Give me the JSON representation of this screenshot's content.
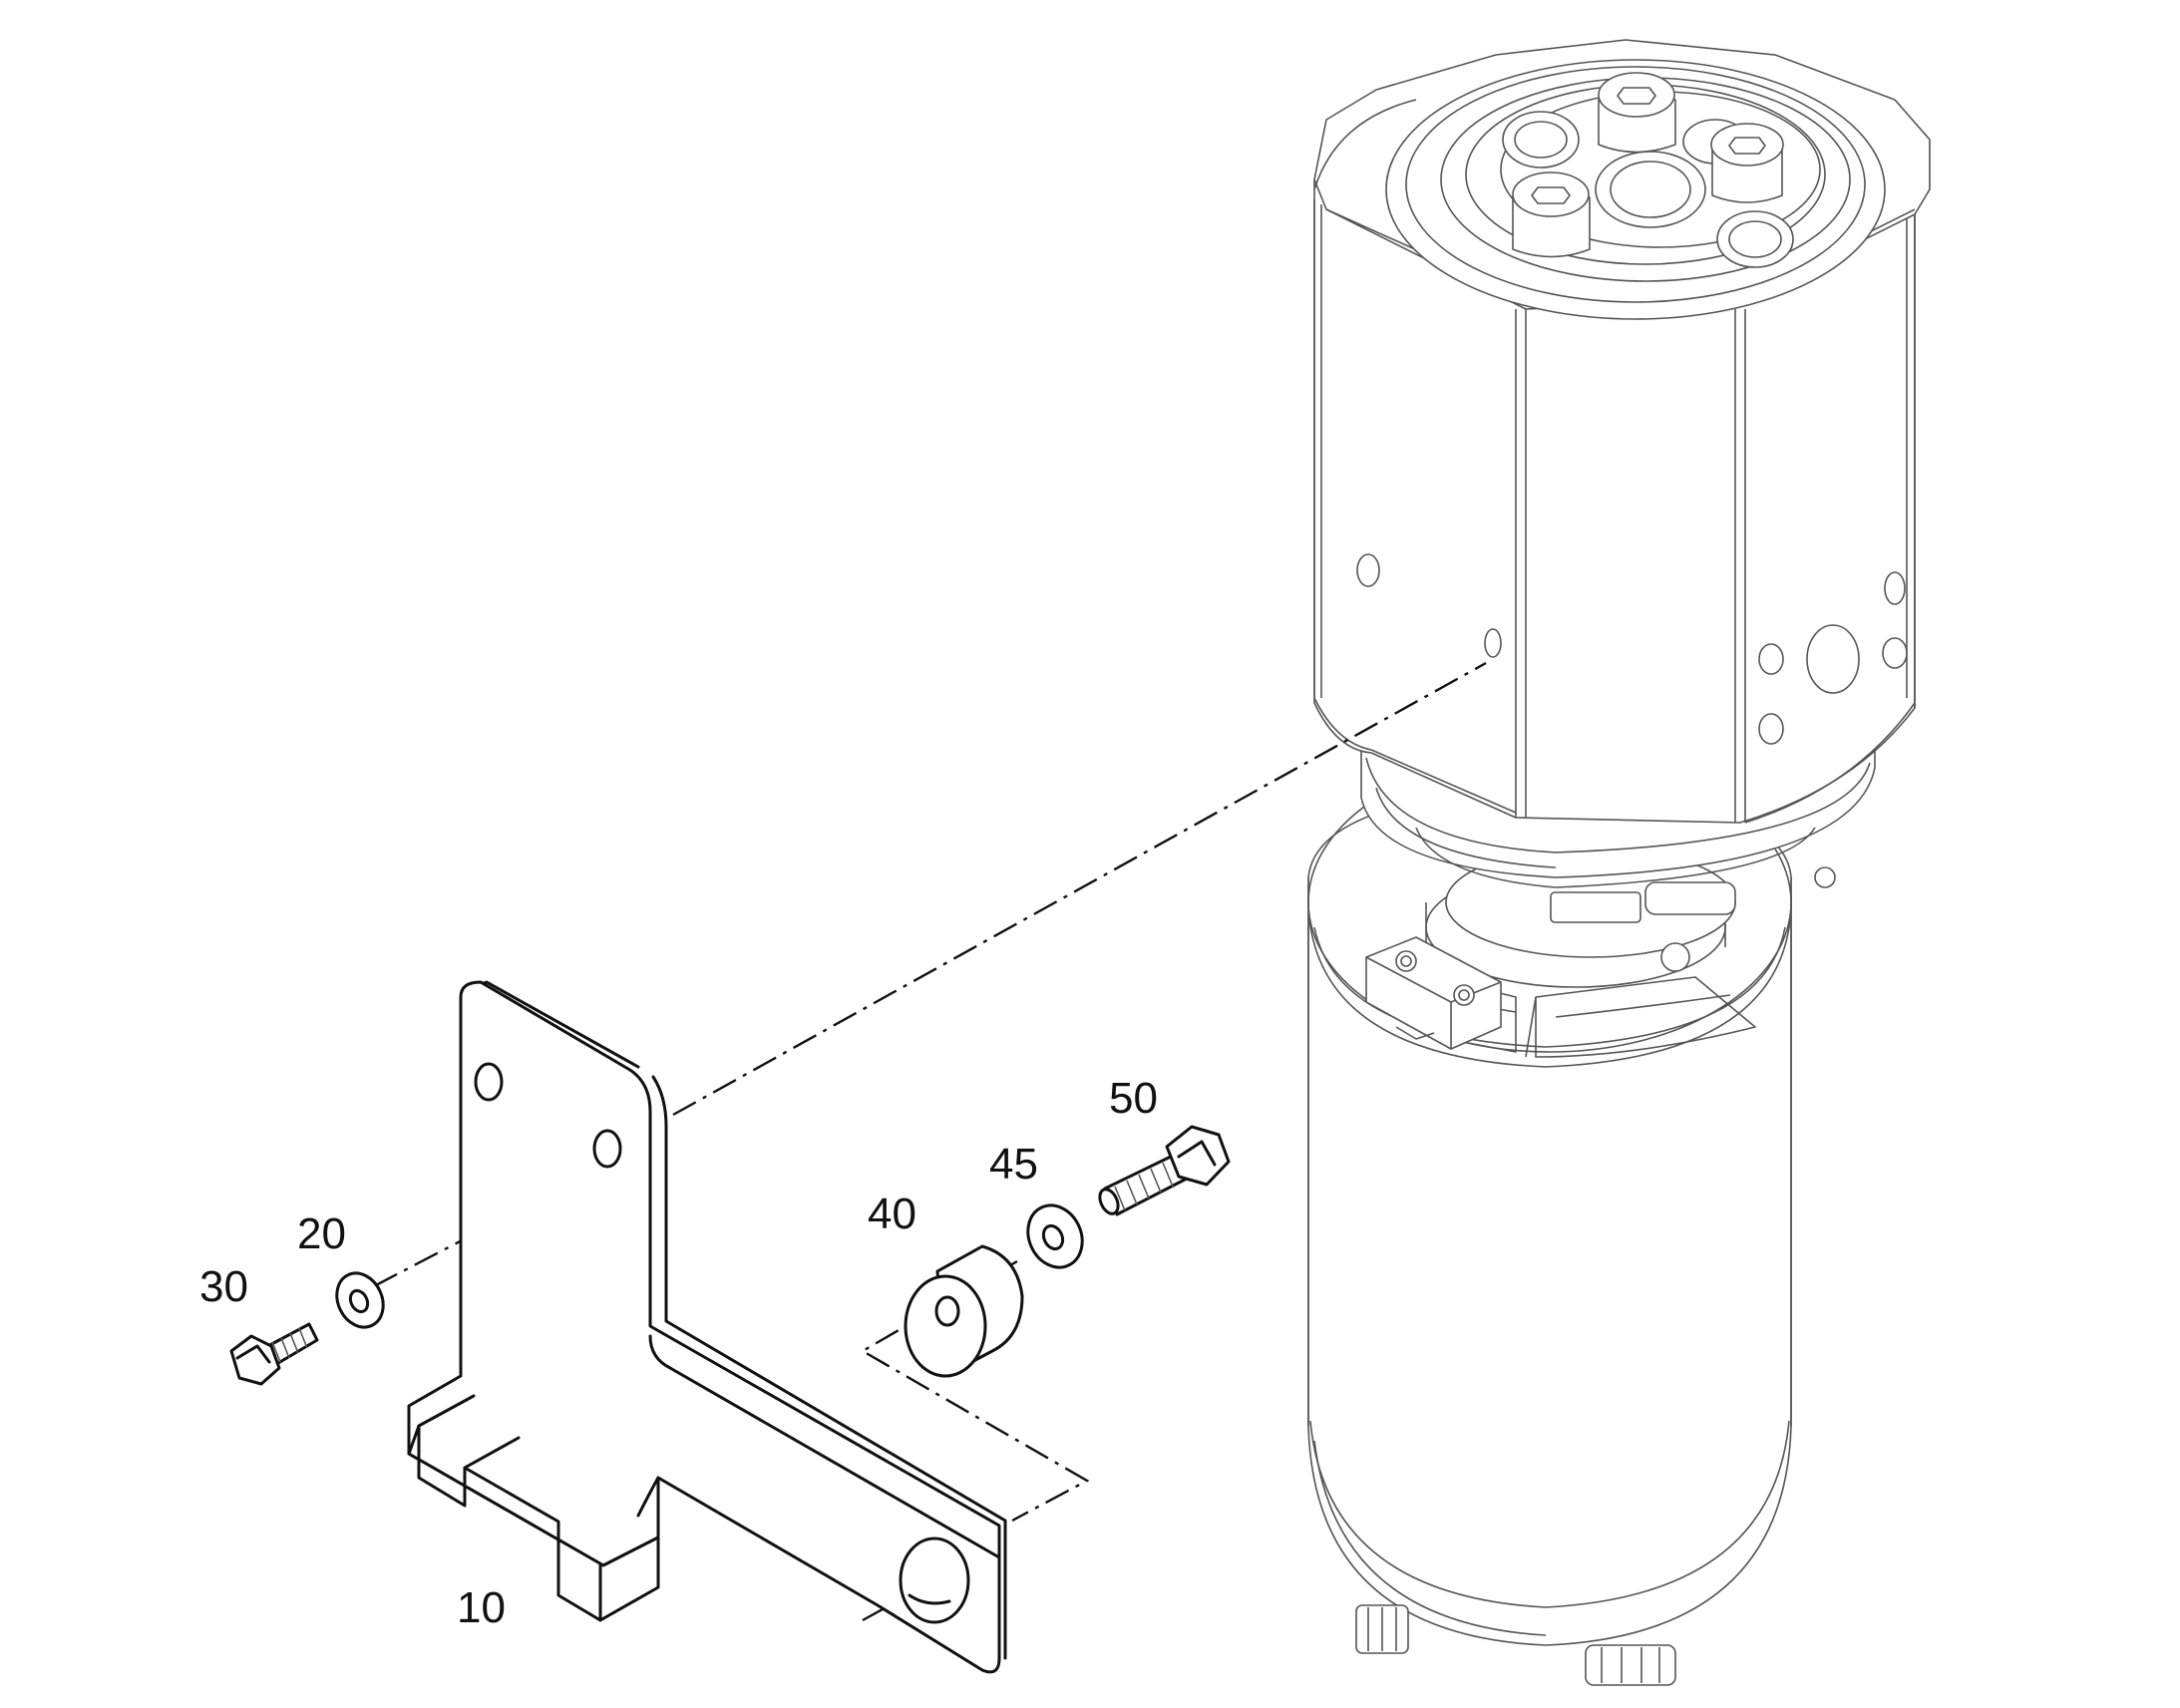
{
  "diagram": {
    "type": "exploded-parts-drawing",
    "callouts": [
      {
        "id": "10",
        "text": "10"
      },
      {
        "id": "20",
        "text": "20"
      },
      {
        "id": "30",
        "text": "30"
      },
      {
        "id": "40",
        "text": "40"
      },
      {
        "id": "45",
        "text": "45"
      },
      {
        "id": "50",
        "text": "50"
      }
    ]
  }
}
